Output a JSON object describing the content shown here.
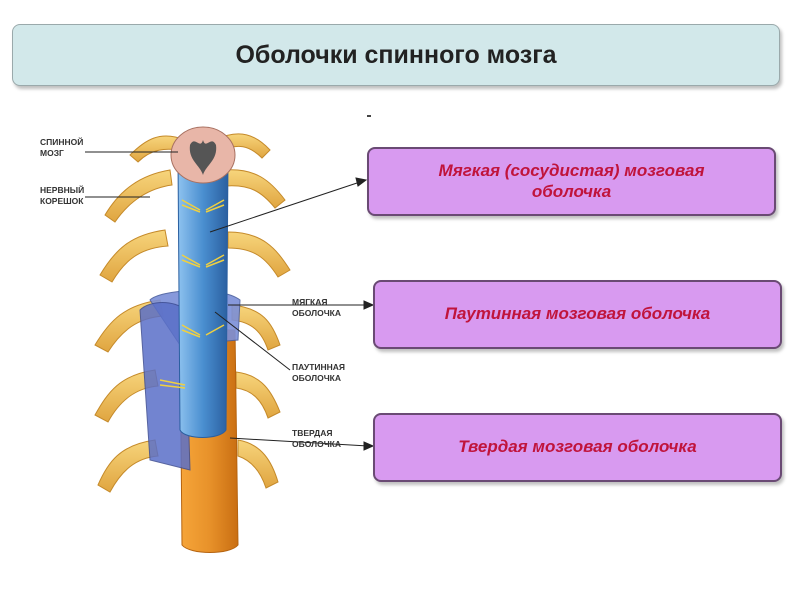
{
  "title": "Оболочки спинного мозга",
  "callouts": {
    "pia": "Мягкая (сосудистая) мозговая оболочка",
    "arachnoid": "Паутинная мозговая оболочка",
    "dura": "Твердая мозговая оболочка"
  },
  "illustration_labels": {
    "spinal_cord": "СПИННОЙ МОЗГ",
    "nerve_root": "НЕРВНЫЙ КОРЕШОК",
    "pia": "МЯГКАЯ ОБОЛОЧКА",
    "arachnoid": "ПАУТИННАЯ ОБОЛОЧКА",
    "dura": "ТВЕРДАЯ ОБОЛОЧКА"
  },
  "colors": {
    "title_bg": "#d2e8ea",
    "callout_bg": "#d89af0",
    "callout_text": "#c0143c",
    "pia_blue": "#4a8fd0",
    "dura_orange": "#e8922a",
    "nerve_yellow": "#f2c25a"
  }
}
